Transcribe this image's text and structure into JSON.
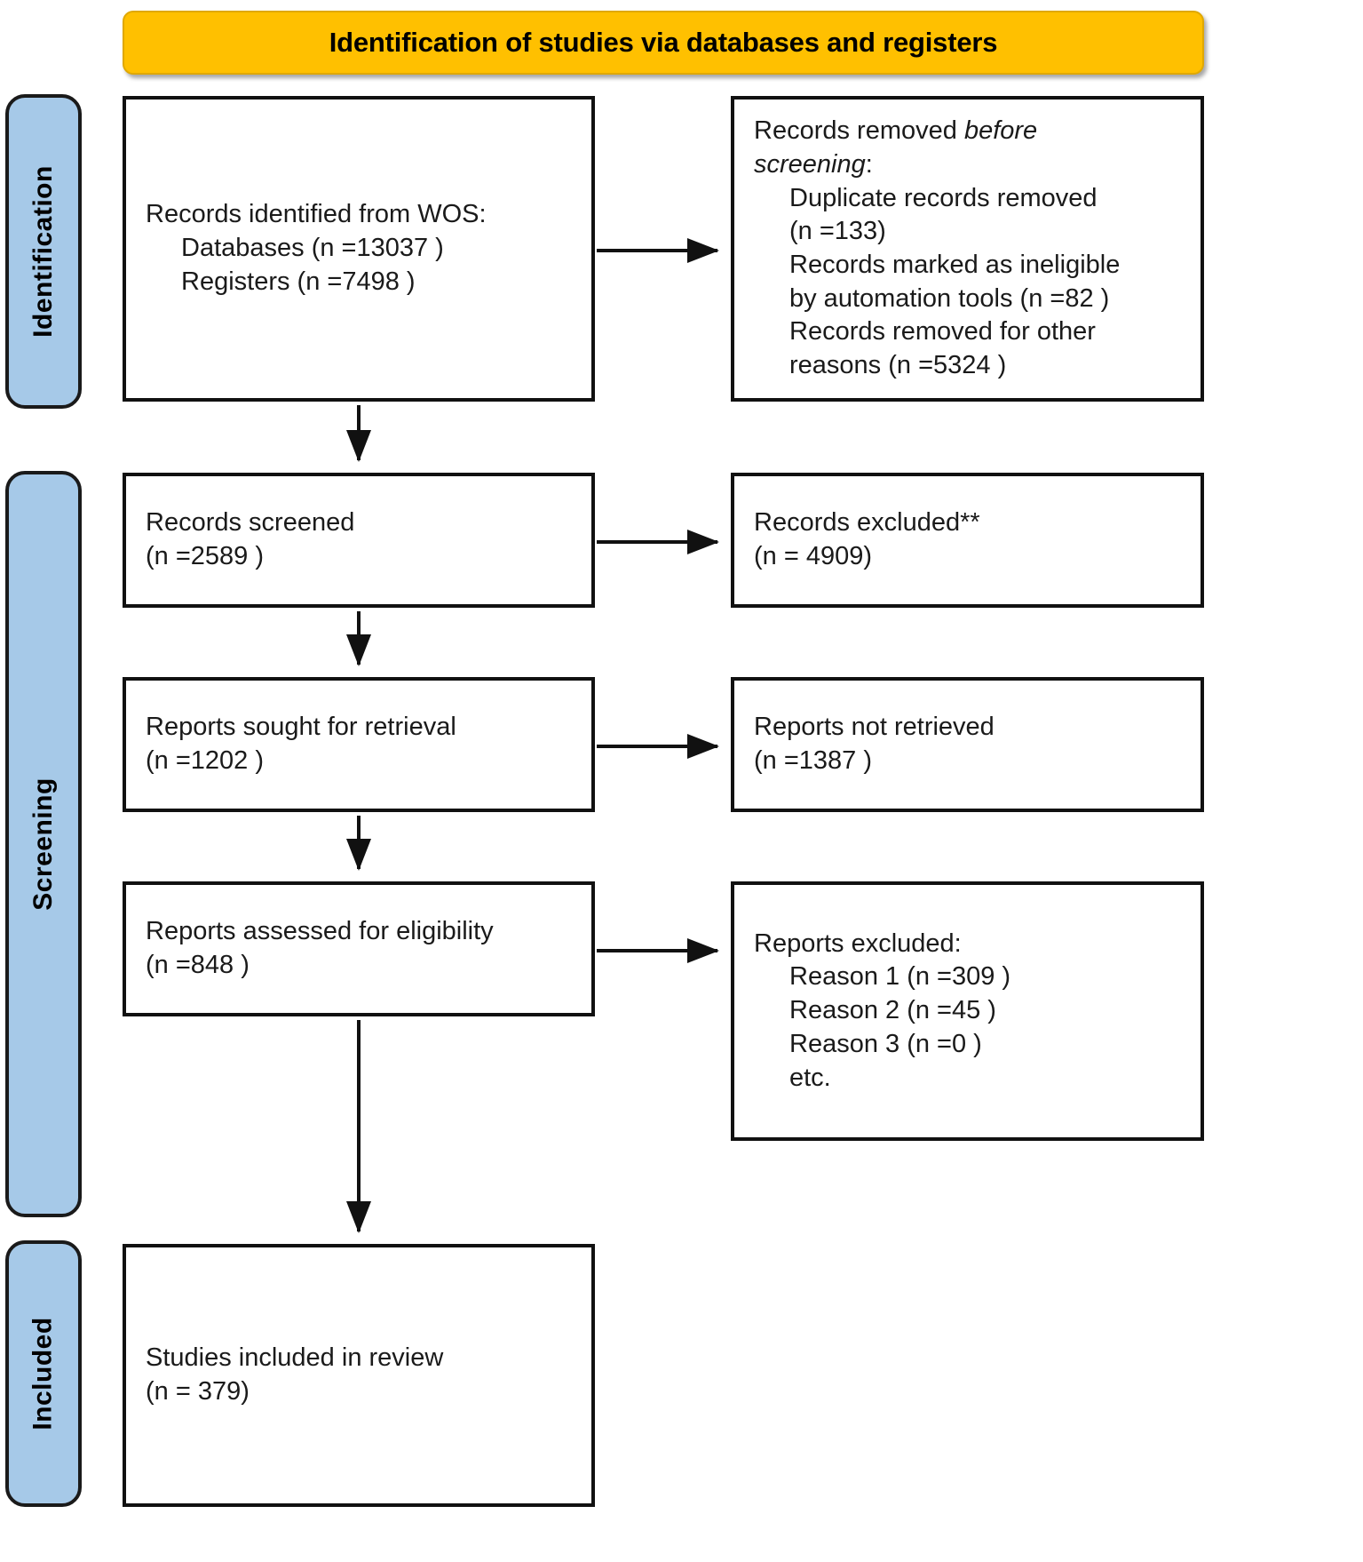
{
  "banner": {
    "title": "Identification of studies via databases and registers"
  },
  "stages": [
    {
      "id": "identification",
      "label": "Identification"
    },
    {
      "id": "screening",
      "label": "Screening"
    },
    {
      "id": "included",
      "label": "Included"
    }
  ],
  "boxes": {
    "identified": {
      "line1": "Records identified from WOS:",
      "line2": "Databases (n =13037 )",
      "line3": "Registers (n =7498 )"
    },
    "removed": {
      "line1_prefix": "Records removed ",
      "line1_italic": "before",
      "line2_italic": "screening",
      "line2_suffix": ":",
      "line3": "Duplicate records removed",
      "line4": "(n =133)",
      "line5": "Records marked as ineligible",
      "line6": "by automation tools (n =82 )",
      "line7": "Records removed for other",
      "line8": "reasons (n =5324 )"
    },
    "screened": {
      "line1": "Records screened",
      "line2": "(n =2589 )"
    },
    "excluded": {
      "line1": "Records excluded**",
      "line2": "(n = 4909)"
    },
    "sought": {
      "line1": "Reports sought for retrieval",
      "line2": "(n =1202 )"
    },
    "not_retrieved": {
      "line1": "Reports not retrieved",
      "line2": "(n =1387 )"
    },
    "assessed": {
      "line1": "Reports assessed for eligibility",
      "line2": "(n =848 )"
    },
    "reports_excluded": {
      "line1": "Reports excluded:",
      "line2": "Reason 1 (n =309 )",
      "line3": "Reason 2 (n =45 )",
      "line4": "Reason 3 (n =0 )",
      "line5": "etc."
    },
    "included": {
      "line1": "Studies included in review",
      "line2": "(n = 379)"
    }
  },
  "colors": {
    "banner_fill": "#FFC000",
    "stage_fill": "#A6C9E8",
    "box_border": "#111111",
    "text": "#1a1a1a",
    "arrow": "#111111"
  }
}
